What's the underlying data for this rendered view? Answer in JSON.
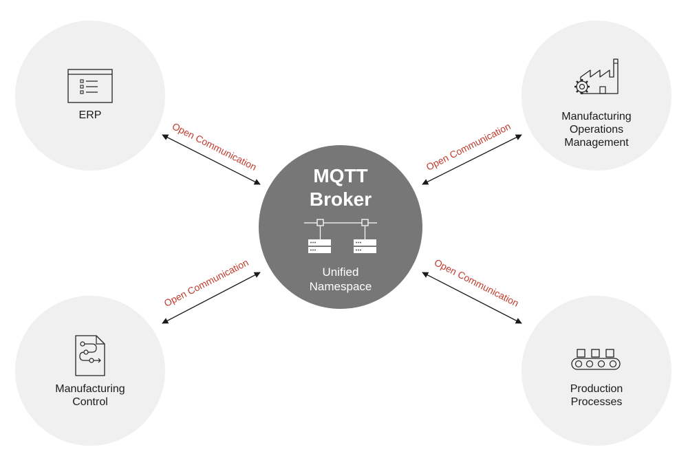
{
  "center": {
    "title_line1": "MQTT",
    "title_line2": "Broker",
    "subtitle_line1": "Unified",
    "subtitle_line2": "Namespace",
    "icon": "network-servers-icon"
  },
  "nodes": [
    {
      "id": "erp",
      "lines": [
        "ERP"
      ],
      "icon": "list-window-icon"
    },
    {
      "id": "mom",
      "lines": [
        "Manufacturing",
        "Operations",
        "Management"
      ],
      "icon": "factory-gear-icon"
    },
    {
      "id": "control",
      "lines": [
        "Manufacturing",
        "Control"
      ],
      "icon": "workflow-document-icon"
    },
    {
      "id": "production",
      "lines": [
        "Production",
        "Processes"
      ],
      "icon": "conveyor-belt-icon"
    }
  ],
  "edges": [
    {
      "label": "Open Communication"
    },
    {
      "label": "Open Communication"
    },
    {
      "label": "Open Communication"
    },
    {
      "label": "Open Communication"
    }
  ],
  "colors": {
    "node_fill": "#f0f0f0",
    "center_fill": "#777777",
    "edge_label": "#c0392b",
    "arrow": "#1a1a1a"
  }
}
